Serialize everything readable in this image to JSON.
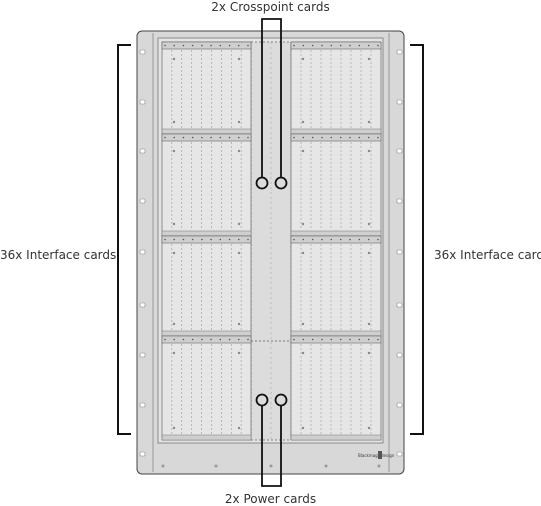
{
  "labels": {
    "crosspoint": "2x Crosspoint cards",
    "power": "2x Power cards",
    "interface_left": "36x Interface cards",
    "interface_right": "36x Interface cards"
  },
  "brand": "Blackmagicdesign",
  "colors": {
    "chassis": "#d6d6d6",
    "panel": "#e3e3e3",
    "line": "#9a9a9a",
    "callout": "#111111"
  }
}
